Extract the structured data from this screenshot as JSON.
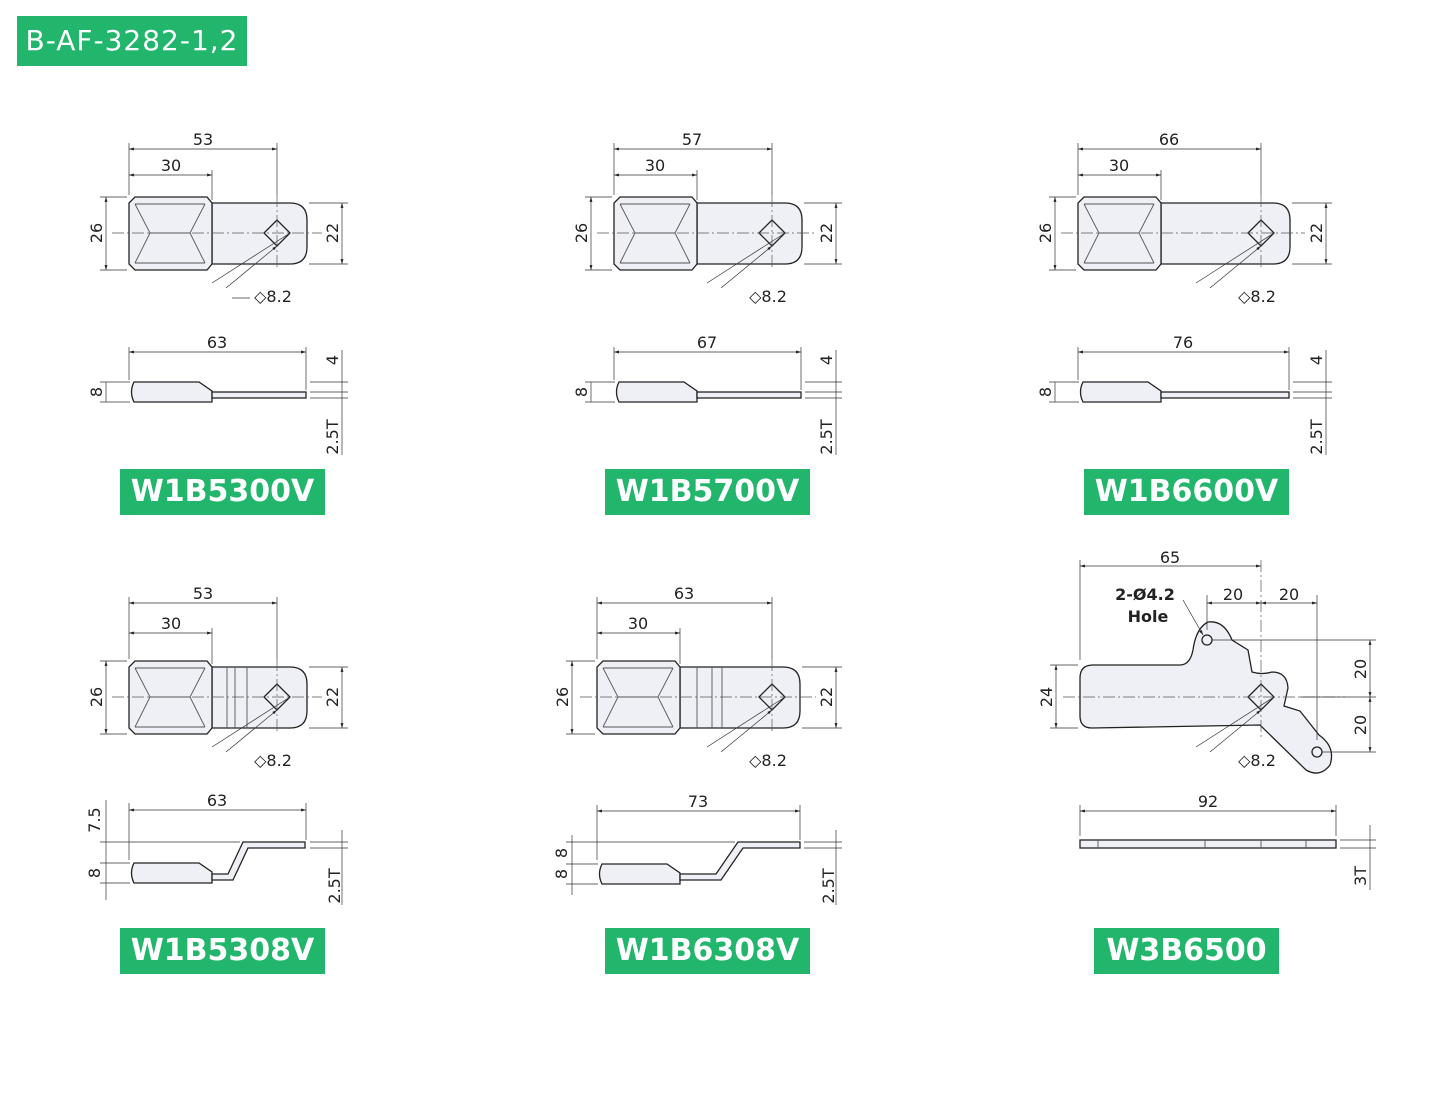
{
  "header": {
    "code": "B-AF-3282-1,2"
  },
  "colors": {
    "accent": "#21b66b",
    "part_fill": "#eef0f6",
    "line": "#222222"
  },
  "parts": [
    {
      "model": "W1B5300V",
      "dims": {
        "overall": "53",
        "grip": "30",
        "height": "26",
        "tab": "22",
        "hole": "◇8.2",
        "side_length": "63",
        "side_height": "8",
        "offset": "4",
        "thickness": "2.5T"
      }
    },
    {
      "model": "W1B5700V",
      "dims": {
        "overall": "57",
        "grip": "30",
        "height": "26",
        "tab": "22",
        "hole": "◇8.2",
        "side_length": "67",
        "side_height": "8",
        "offset": "4",
        "thickness": "2.5T"
      }
    },
    {
      "model": "W1B6600V",
      "dims": {
        "overall": "66",
        "grip": "30",
        "height": "26",
        "tab": "22",
        "hole": "◇8.2",
        "side_length": "76",
        "side_height": "8",
        "offset": "4",
        "thickness": "2.5T"
      }
    },
    {
      "model": "W1B5308V",
      "dims": {
        "overall": "53",
        "grip": "30",
        "height": "26",
        "tab": "22",
        "hole": "◇8.2",
        "side_length": "63",
        "side_height": "8",
        "offset": "7.5",
        "thickness": "2.5T"
      }
    },
    {
      "model": "W1B6308V",
      "dims": {
        "overall": "63",
        "grip": "30",
        "height": "26",
        "tab": "22",
        "hole": "◇8.2",
        "side_length": "73",
        "side_height": "8",
        "offset": "8",
        "thickness": "2.5T"
      }
    },
    {
      "model": "W3B6500",
      "dims": {
        "overall": "65",
        "spacing_a": "20",
        "spacing_b": "20",
        "holes": "2-Ø4.2",
        "holes_note": "Hole",
        "height": "24",
        "vert_a": "20",
        "vert_b": "20",
        "hole": "◇8.2",
        "side_length": "92",
        "thickness": "3T"
      }
    }
  ]
}
